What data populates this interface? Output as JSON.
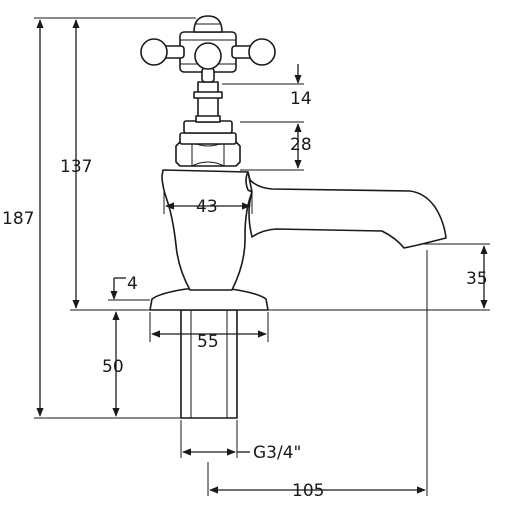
{
  "drawing": {
    "subject": "basin tap side elevation",
    "units": "mm",
    "dimensions": {
      "overall_height": "187",
      "height_above_mount": "137",
      "handle_top_offset": "14",
      "headwork_height": "28",
      "body_width": "43",
      "spout_height": "35",
      "base_plate_thickness": "4",
      "base_diameter": "55",
      "shank_length": "50",
      "thread_size": "G3/4\"",
      "spout_projection": "105"
    }
  }
}
